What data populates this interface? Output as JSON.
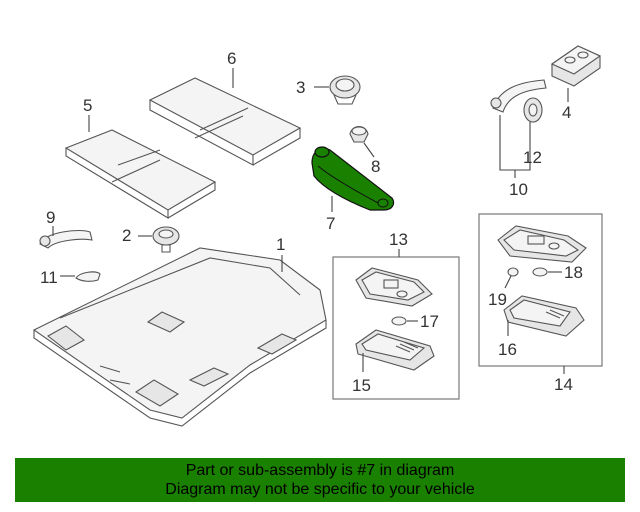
{
  "diagram": {
    "highlight_color": "#1a8000",
    "callouts": [
      "1",
      "2",
      "3",
      "4",
      "5",
      "6",
      "7",
      "8",
      "9",
      "10",
      "11",
      "12",
      "13",
      "14",
      "15",
      "16",
      "17",
      "18",
      "19"
    ]
  },
  "banner": {
    "line1": "Part or sub-assembly is #7 in diagram",
    "line2": "Diagram may not be specific to your vehicle",
    "background": "#1a8000"
  }
}
